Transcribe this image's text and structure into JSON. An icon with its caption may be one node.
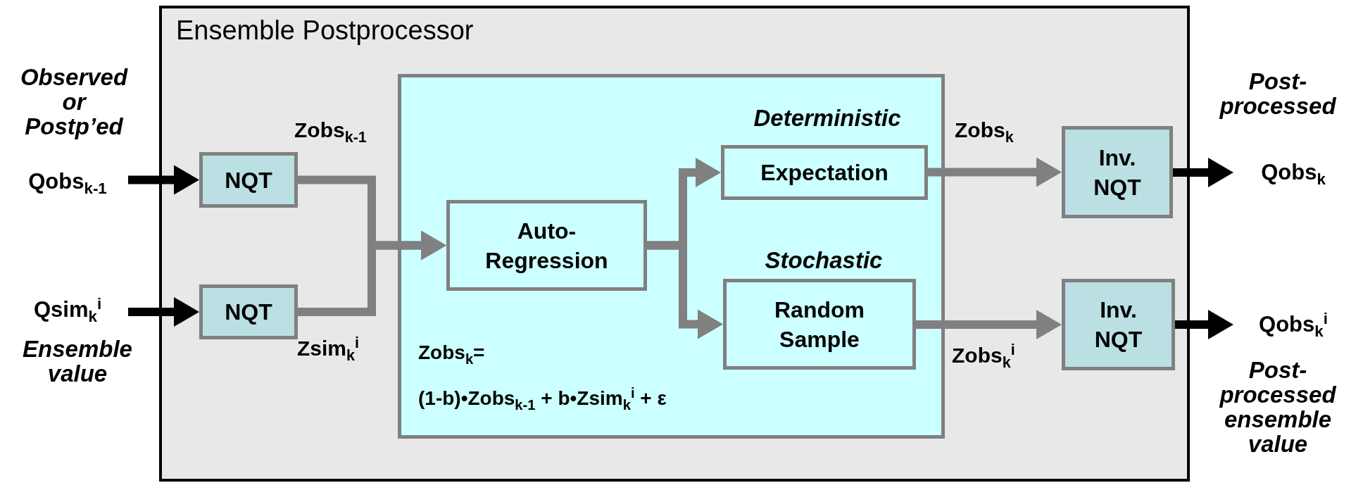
{
  "diagram": {
    "nodes": [
      {
        "text": [
          "Ensemble Postprocessor"
        ]
      },
      {
        "text": [
          "Qobs$_{k-1}$"
        ],
        "beside": [
          "Observed or Postp’ed"
        ]
      },
      {
        "text": [
          "Qsim$_{k}$$^{i}$"
        ],
        "beside": [
          "Ensemble value"
        ]
      },
      {
        "text": [
          "NQT"
        ],
        "in": 0
      },
      {
        "text": [
          "NQT"
        ],
        "in": 0
      },
      {
        "text": [
          "Zobs$_{k}$=",
          "(1-b)•Zobs$_{k-1}$ + b•Zsim$_{k}$$^{i}$ + ε"
        ],
        "in": 0
      },
      {
        "text": [
          "Auto- Regression"
        ],
        "in": 5
      },
      {
        "text": [
          "Expectation"
        ],
        "beside": [
          "Deterministic"
        ],
        "in": 5
      },
      {
        "text": [
          "Random Sample"
        ],
        "beside": [
          "Stochastic"
        ],
        "in": 5
      },
      {
        "text": [
          "Inv. NQT"
        ],
        "in": 0
      },
      {
        "text": [
          "Inv. NQT"
        ],
        "in": 0
      },
      {
        "text": [
          "Qobs$_{k}$"
        ],
        "beside": [
          "Post- processed"
        ]
      },
      {
        "text": [
          "Qobs$_{k}$$^{i}$"
        ],
        "beside": [
          "Post- processed ensemble value"
        ]
      }
    ],
    "edges": [
      {
        "from": 1,
        "to": 3,
        "arrow": "to",
        "color": "#000000"
      },
      {
        "from": 2,
        "to": 4,
        "arrow": "to",
        "color": "#000000"
      },
      {
        "from": 3,
        "to": 6,
        "arrow": "to",
        "label": "Zobs$_{k-1}$"
      },
      {
        "from": 4,
        "to": 6,
        "arrow": "to",
        "label": "Zsim$_{k}$$^{i}$"
      },
      {
        "from": 6,
        "to": 7,
        "arrow": "to"
      },
      {
        "from": 6,
        "to": 8,
        "arrow": "to"
      },
      {
        "from": 7,
        "to": 9,
        "arrow": "to",
        "label": "Zobs$_{k}$"
      },
      {
        "from": 8,
        "to": 10,
        "arrow": "to",
        "label": "Zobs$_{k}$$^{i}$"
      },
      {
        "from": 9,
        "to": 11,
        "arrow": "to",
        "color": "#000000"
      },
      {
        "from": 10,
        "to": 12,
        "arrow": "to",
        "color": "#000000"
      }
    ]
  }
}
